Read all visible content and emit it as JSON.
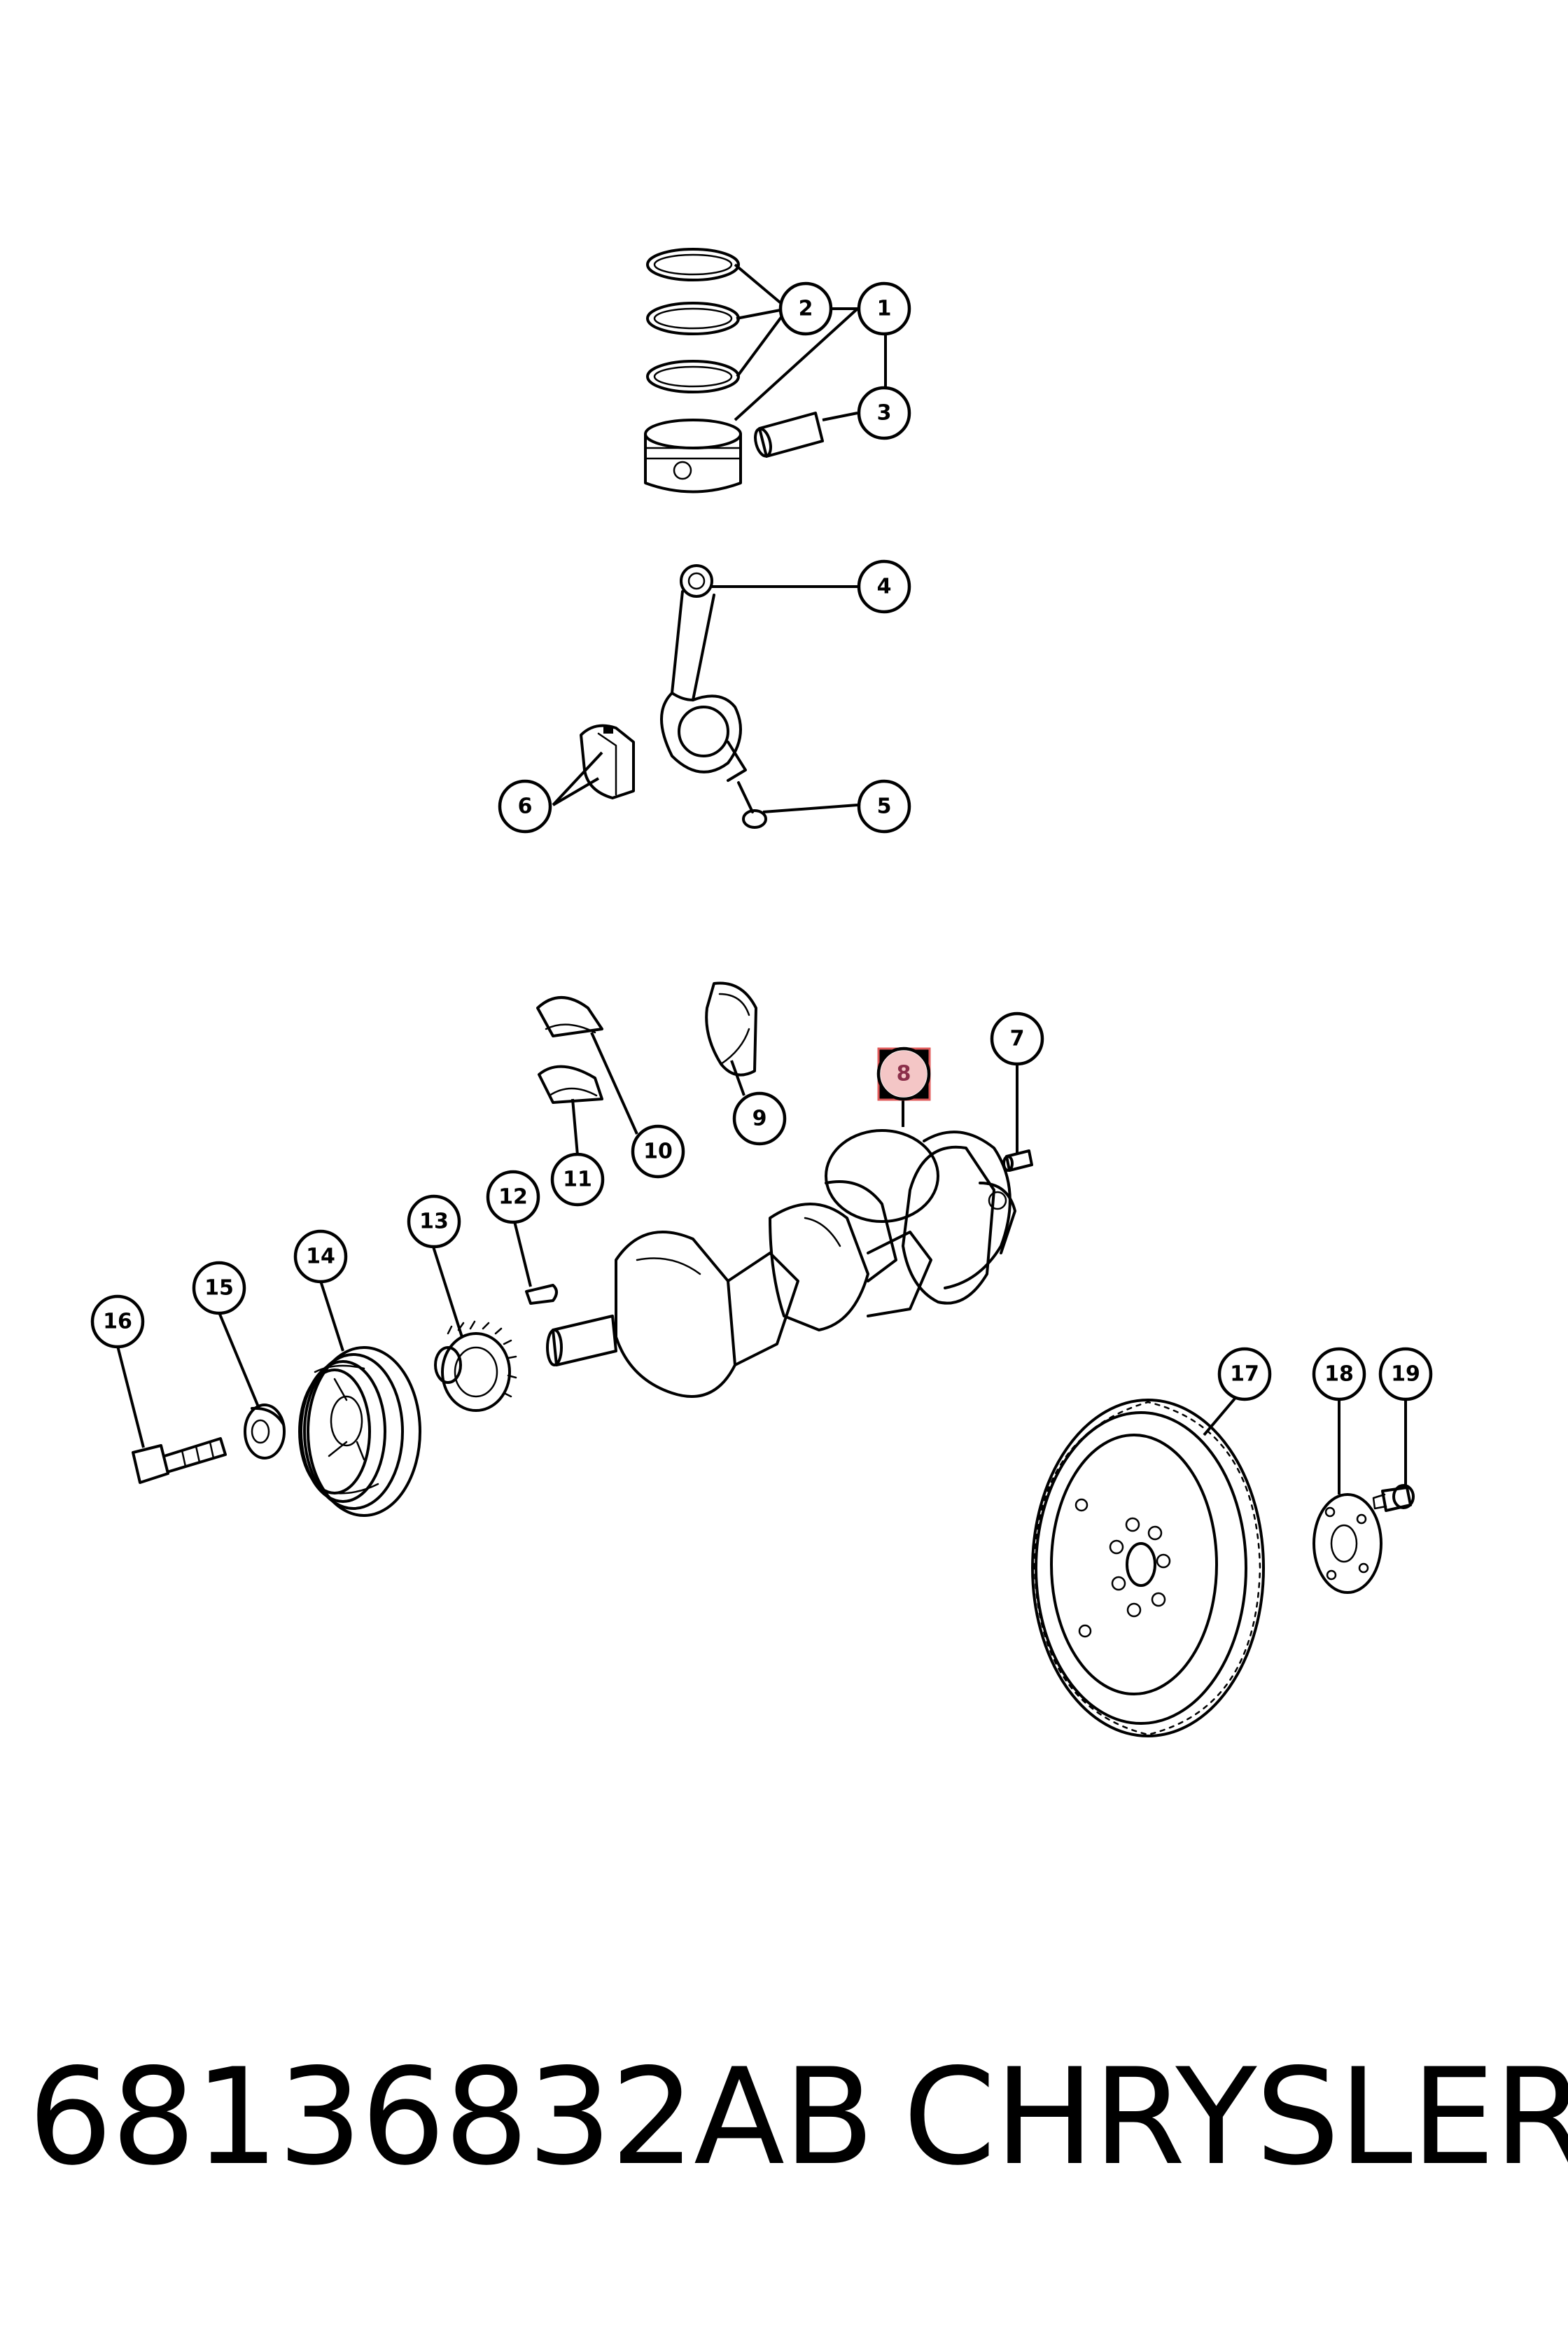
{
  "callouts": [
    {
      "id": "1",
      "label": "1"
    },
    {
      "id": "2",
      "label": "2"
    },
    {
      "id": "3",
      "label": "3"
    },
    {
      "id": "4",
      "label": "4"
    },
    {
      "id": "5",
      "label": "5"
    },
    {
      "id": "6",
      "label": "6"
    },
    {
      "id": "7",
      "label": "7"
    },
    {
      "id": "8",
      "label": "8"
    },
    {
      "id": "9",
      "label": "9"
    },
    {
      "id": "10",
      "label": "10"
    },
    {
      "id": "11",
      "label": "11"
    },
    {
      "id": "12",
      "label": "12"
    },
    {
      "id": "13",
      "label": "13"
    },
    {
      "id": "14",
      "label": "14"
    },
    {
      "id": "15",
      "label": "15"
    },
    {
      "id": "16",
      "label": "16"
    },
    {
      "id": "17",
      "label": "17"
    },
    {
      "id": "18",
      "label": "18"
    },
    {
      "id": "19",
      "label": "19"
    }
  ],
  "highlighted_callout": "8",
  "colors": {
    "highlight_fill": "#f4c6c6",
    "highlight_stroke": "#e05a5a",
    "ink": "#000000"
  },
  "footer": {
    "part_number": "68136832AB",
    "brand": "CHRYSLER"
  }
}
